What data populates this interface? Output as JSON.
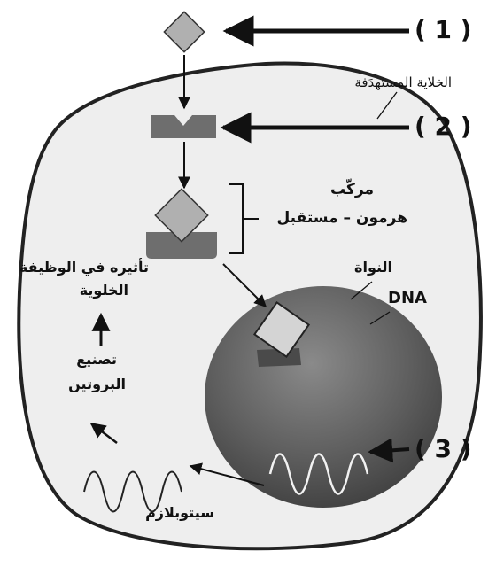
{
  "markers": [
    "( 1 )",
    "( 2 )",
    "( 3 )"
  ],
  "labels": {
    "target_cell": "الخلاية المستهدَفة",
    "complex_line1": "مركّب",
    "complex_line2": "هرمون – مستقبل",
    "cell_effect_line1": "تأثيره في الوظيفة",
    "cell_effect_line2": "الخلوية",
    "protein_line1": "تصنيع",
    "protein_line2": "البروتين",
    "nucleus": "النواة",
    "dna": "DNA",
    "cytoplasm": "سيتوبلازم"
  },
  "colors": {
    "cell_fill": "#eeeeee",
    "outline": "#222222",
    "hormone": "#b0b0b0",
    "receptor": "#6e6e6e",
    "nucleus": "#585858"
  }
}
